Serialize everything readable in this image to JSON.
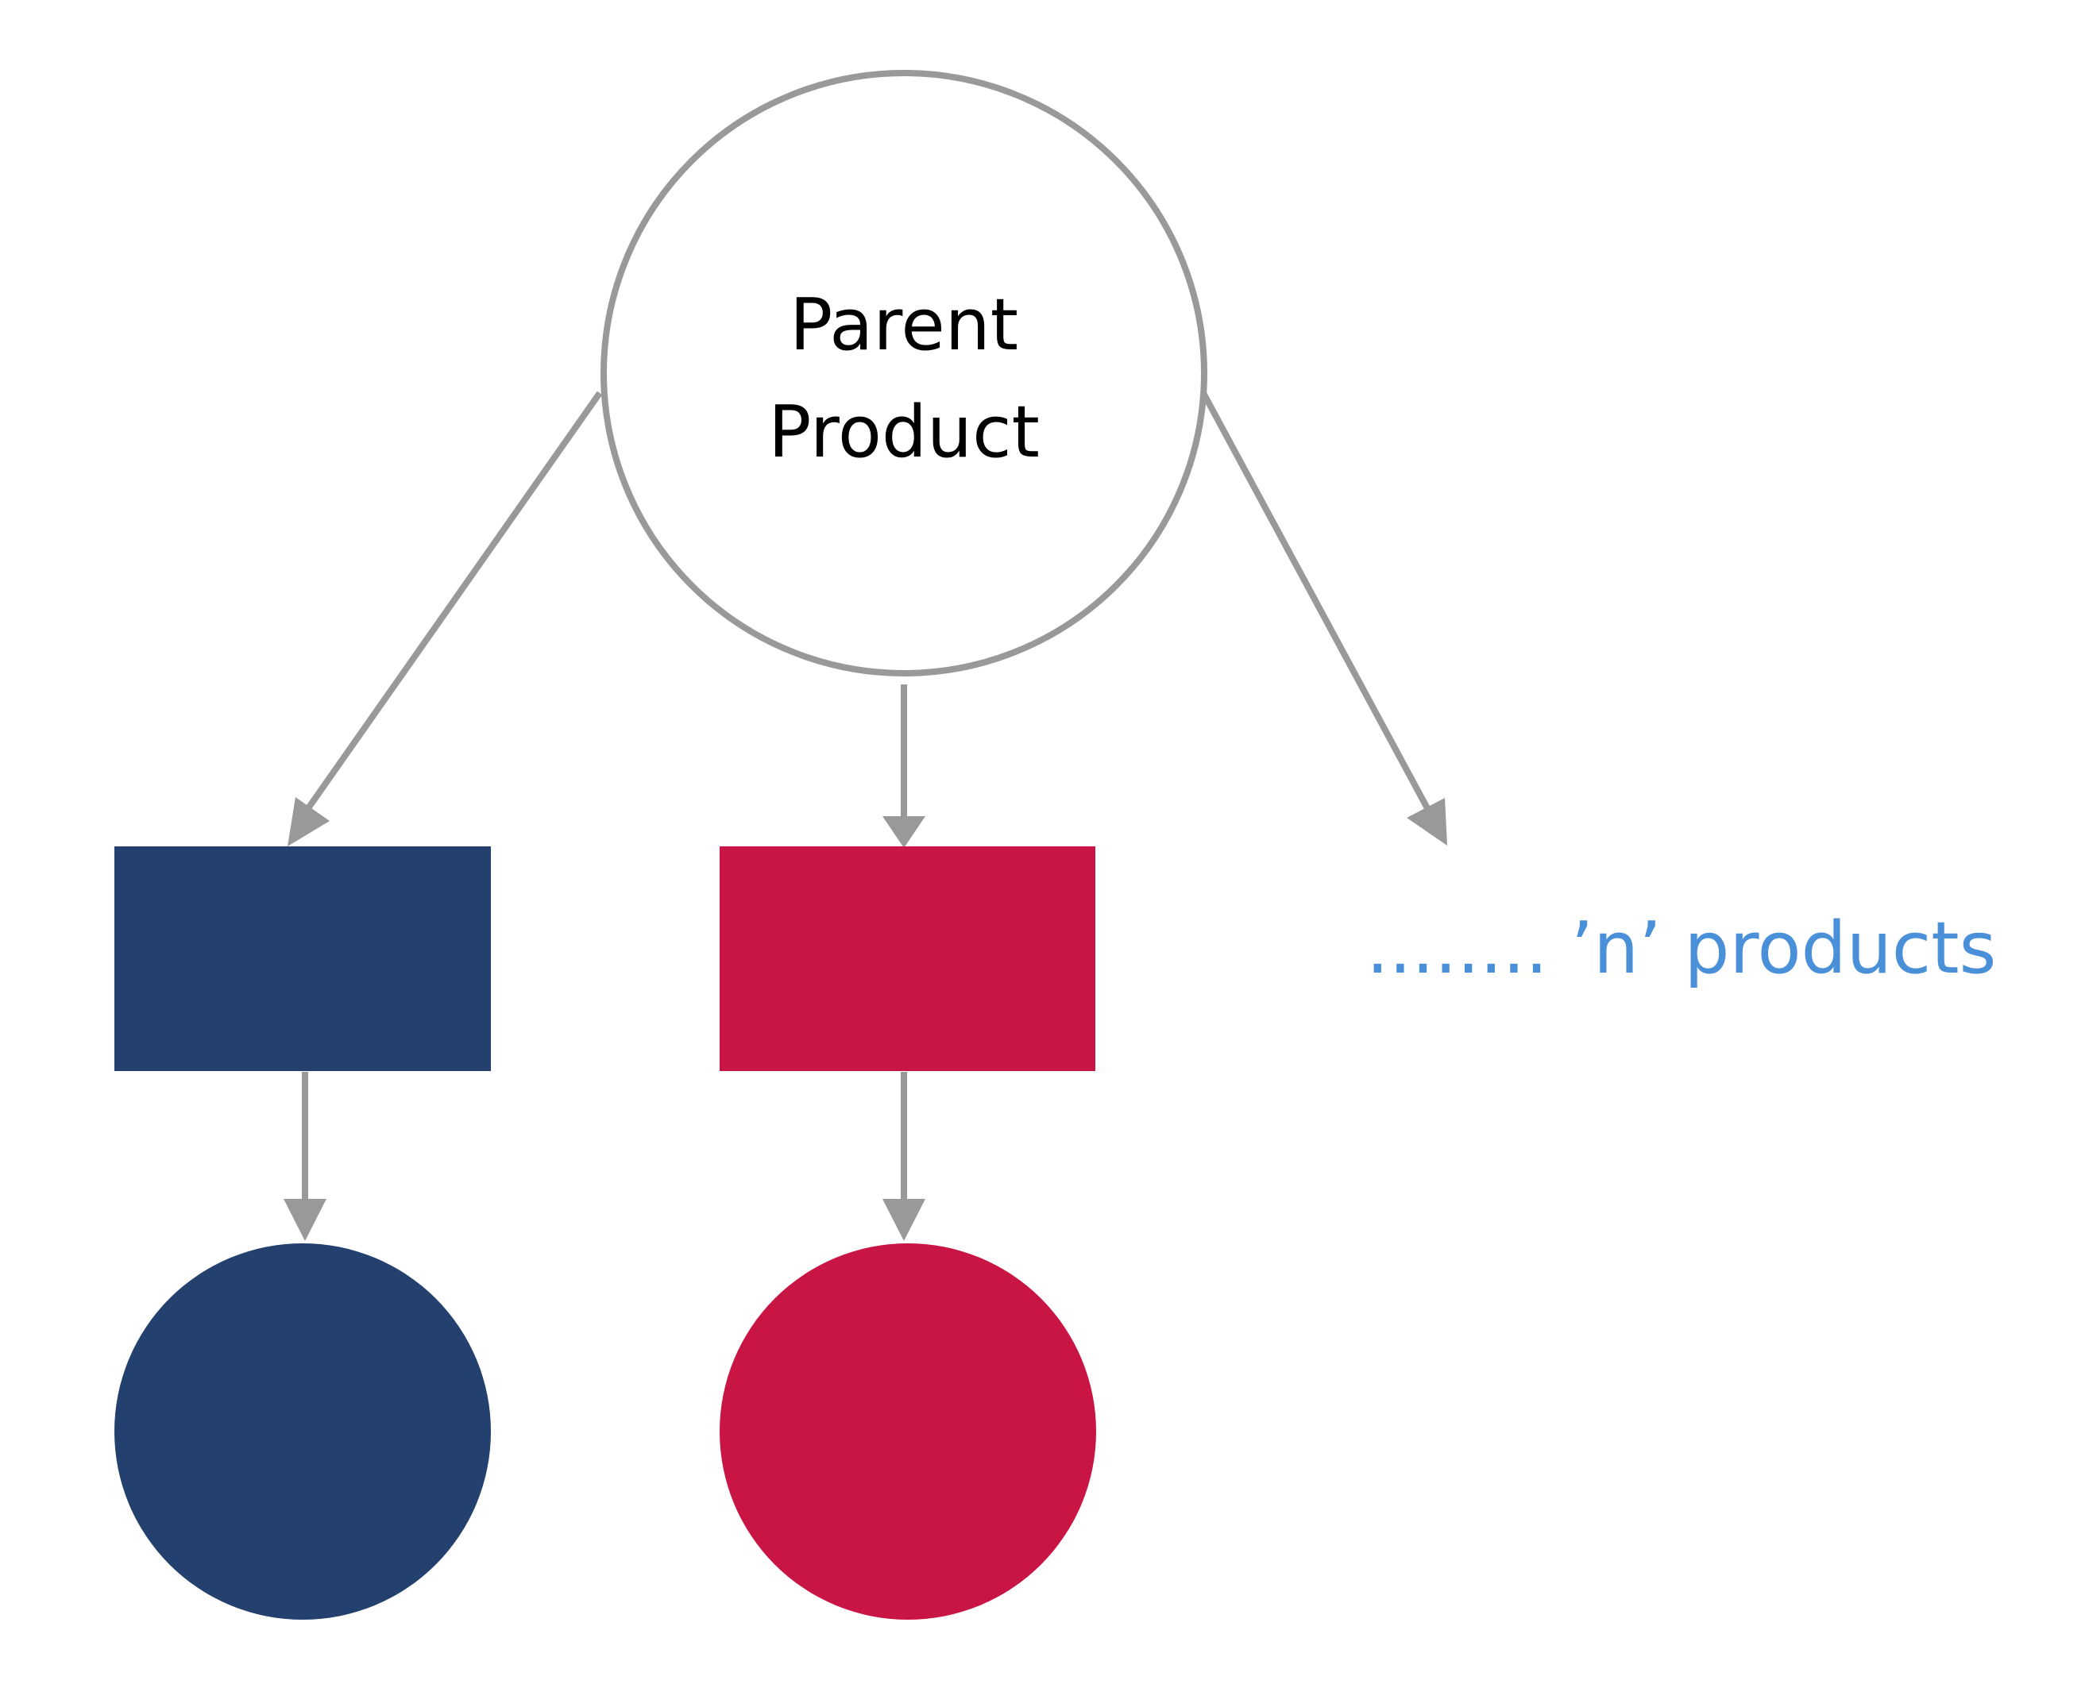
{
  "parent": {
    "label_line1": "Parent",
    "label_line2": "Product"
  },
  "more": {
    "label": "........ ’n’ products"
  },
  "colors": {
    "edge": "#999999",
    "navy": "#23406E",
    "crimson": "#C91544",
    "more_text": "#4A90D9",
    "parent_fill": "#FFFFFF",
    "parent_stroke": "#999999"
  },
  "nodes": [
    {
      "name": "variant-1-rect",
      "shape": "rectangle",
      "color": "navy"
    },
    {
      "name": "variant-2-rect",
      "shape": "rectangle",
      "color": "crimson"
    },
    {
      "name": "variant-1-circle",
      "shape": "circle",
      "color": "navy"
    },
    {
      "name": "variant-2-circle",
      "shape": "circle",
      "color": "crimson"
    }
  ]
}
